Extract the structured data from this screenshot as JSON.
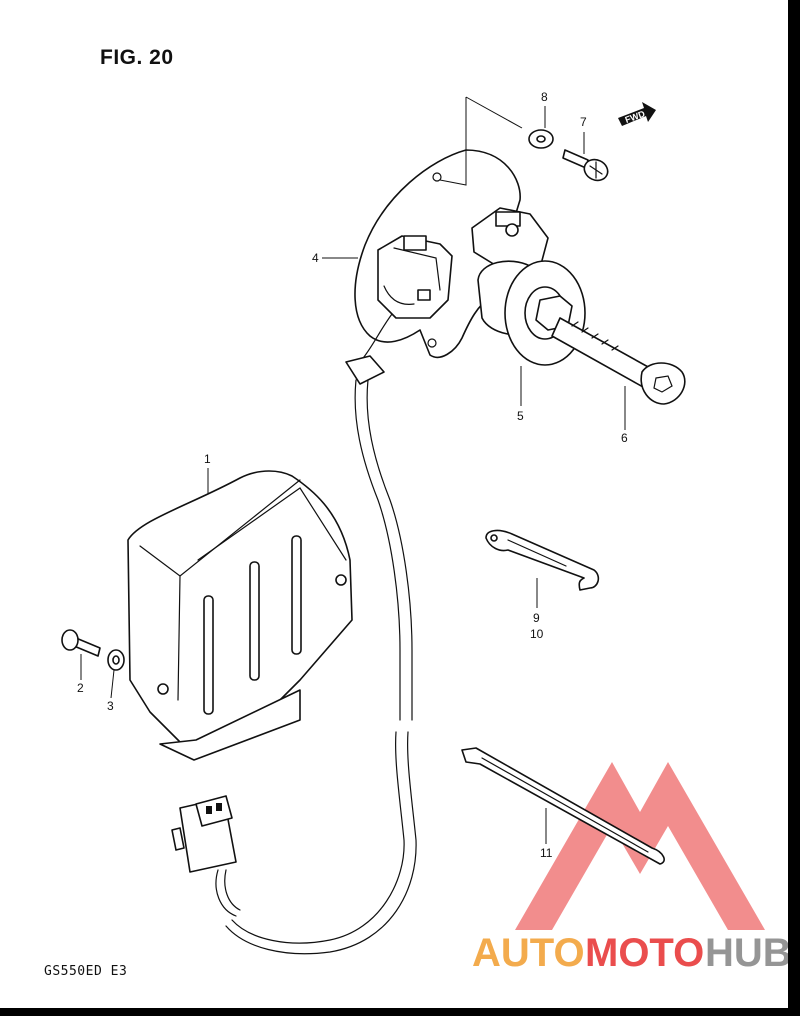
{
  "figure": {
    "title": "FIG. 20",
    "model_code": "GS550ED  E3"
  },
  "fwd_marker": "FWD",
  "parts": [
    {
      "number": "1"
    },
    {
      "number": "2"
    },
    {
      "number": "3"
    },
    {
      "number": "4"
    },
    {
      "number": "5"
    },
    {
      "number": "6"
    },
    {
      "number": "7"
    },
    {
      "number": "8"
    },
    {
      "number": "9"
    },
    {
      "number": "10"
    },
    {
      "number": "11"
    }
  ],
  "watermark": {
    "text_part1": "AUTO",
    "text_part2": "MOTO",
    "text_part3": "HUB",
    "colors": {
      "orange": "#f2a33a",
      "red": "#e83a3a",
      "gray": "#8a8a8a",
      "logo": "#ef6f6f"
    }
  }
}
